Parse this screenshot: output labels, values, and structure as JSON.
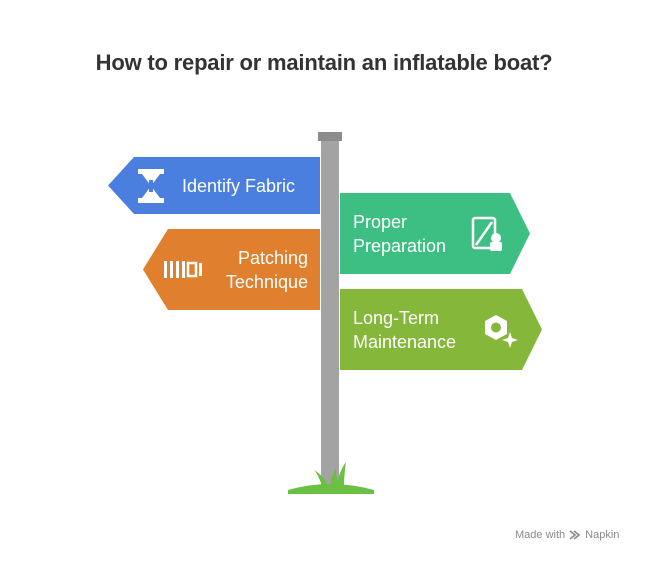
{
  "title": "How to repair or maintain an inflatable boat?",
  "signs": [
    {
      "id": "identify",
      "label": "Identify Fabric",
      "icon": "fabric-icon",
      "color": "#4a7fe0",
      "side": "left"
    },
    {
      "id": "patching",
      "label": "Patching Technique",
      "label_lines": [
        "Patching",
        "Technique"
      ],
      "icon": "patch-strip-icon",
      "color": "#e07f2e",
      "side": "left"
    },
    {
      "id": "preparation",
      "label": "Proper Preparation",
      "label_lines": [
        "Proper",
        "Preparation"
      ],
      "icon": "preparation-icon",
      "color": "#3dbf83",
      "side": "right"
    },
    {
      "id": "maintenance",
      "label": "Long-Term Maintenance",
      "label_lines": [
        "Long-Term",
        "Maintenance"
      ],
      "icon": "maintenance-gear-icon",
      "color": "#84b73a",
      "side": "right"
    }
  ],
  "colors": {
    "post": "#a3a3a3",
    "post_cap": "#8c8c8c",
    "grass": "#6ac043"
  },
  "watermark": {
    "prefix": "Made with",
    "brand": "Napkin"
  }
}
